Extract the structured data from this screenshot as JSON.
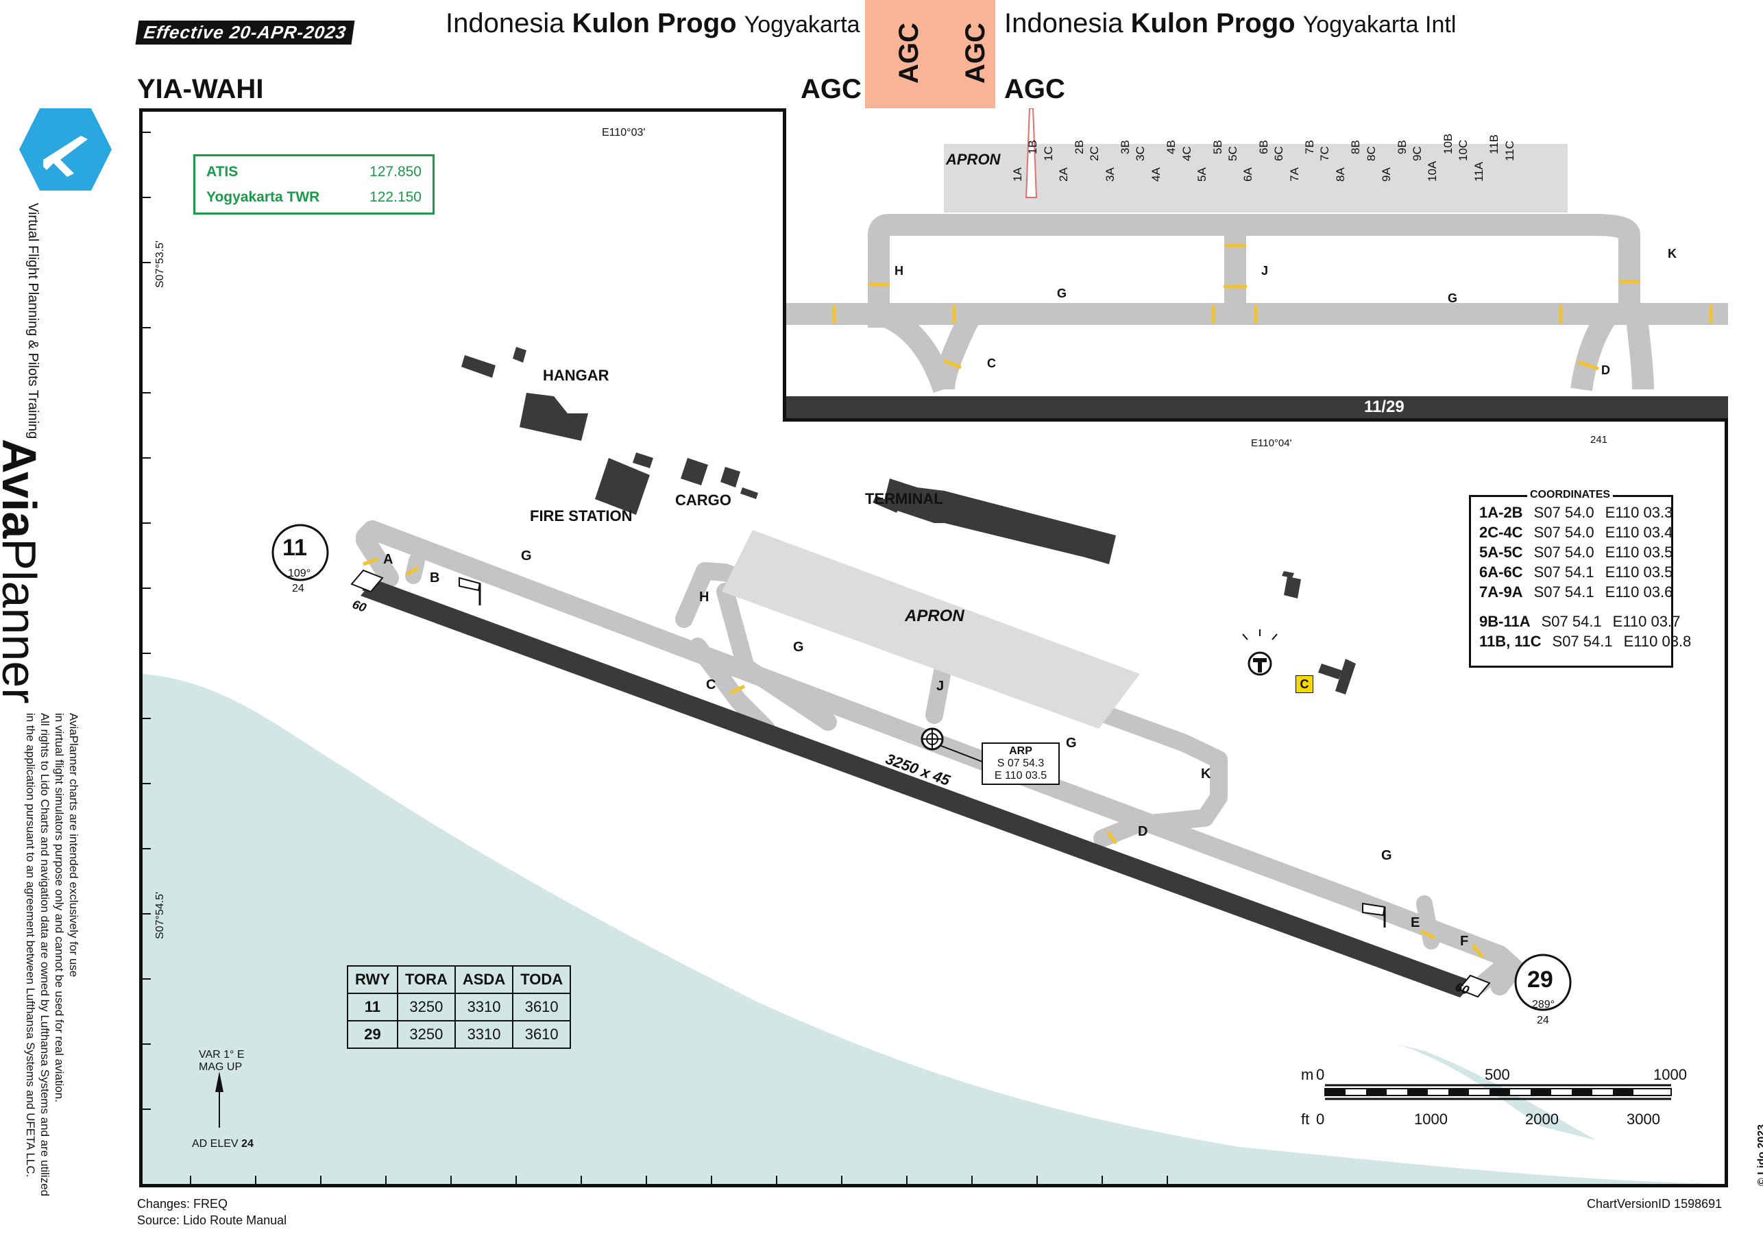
{
  "header": {
    "effective": "Effective 20-APR-2023",
    "left_title": {
      "country": "Indonesia",
      "city": "Kulon Progo",
      "airport": "Yogyakarta Intl"
    },
    "right_title": {
      "country": "Indonesia",
      "city": "Kulon Progo",
      "airport": "Yogyakarta Intl"
    },
    "chart_code_left": "YIA-WAHI",
    "agc_left": "AGC",
    "agc_right": "AGC",
    "agc_box_1": "AGC",
    "agc_box_2": "AGC",
    "colors": {
      "agc_box": "#f9b497",
      "freq_box": "#1a9a4a",
      "sea": "#d3e6e6",
      "taxiway": "#c4c4c4",
      "runway": "#3a3a3a",
      "apron": "#dcdcdc",
      "building": "#3a3a3a"
    }
  },
  "brand": {
    "name_bold": "Avia",
    "name_light": "Planner",
    "tagline": "Virtual Flight Planning & Pilots Training",
    "disclaimer": [
      "AviaPlanner charts are intended exclusively for use",
      "in virtual flight simulators  purpose only and cannot be used for real aviation.",
      "All rights to Lido Charts and navigation data are owned by Lufthansa Systems and are utilized",
      "in the application pursuant to an agreement between Lufthansa Systems and UFETA LLC."
    ],
    "copyright": "© Lido 2023"
  },
  "frequencies": [
    {
      "name": "ATIS",
      "value": "127.850"
    },
    {
      "name": "Yogyakarta TWR",
      "value": "122.150"
    }
  ],
  "coordinates_labels": {
    "top_lon": "E110°03'",
    "left_lat_1": "S07°53.5'",
    "left_lat_2": "S07°54.5'",
    "inset_lon": "E110°04'",
    "inset_bearing": "241"
  },
  "map_labels": {
    "hangar": "HANGAR",
    "fire_station": "FIRE STATION",
    "cargo": "CARGO",
    "terminal": "TERMINAL",
    "apron": "APRON",
    "runway_dims": "3250 x 45",
    "arp": "ARP",
    "arp_lat": "S 07 54.3",
    "arp_lon": "E 110 03.5",
    "taxiway_C_box": "C",
    "var": "VAR 1° E",
    "mag_up": "MAG UP",
    "ad_elev_label": "AD ELEV",
    "ad_elev_value": "24",
    "rwy11": {
      "num": "11",
      "bearing": "109°",
      "elev": "24",
      "threshold_len": "60"
    },
    "rwy29": {
      "num": "29",
      "bearing": "289°",
      "elev": "24",
      "threshold_len": "60"
    },
    "taxiways": [
      "A",
      "B",
      "C",
      "D",
      "E",
      "F",
      "G",
      "H",
      "J",
      "K"
    ]
  },
  "inset": {
    "apron": "APRON",
    "runway": "11/29",
    "stands": [
      "1A",
      "1B",
      "1C",
      "2A",
      "2B",
      "2C",
      "3A",
      "3B",
      "3C",
      "4A",
      "4B",
      "4C",
      "5A",
      "5B",
      "5C",
      "6A",
      "6B",
      "6C",
      "7A",
      "7B",
      "7C",
      "8A",
      "8B",
      "8C",
      "9A",
      "9B",
      "9C",
      "10A",
      "10B",
      "10C",
      "11A",
      "11B",
      "11C"
    ],
    "taxi_labels": {
      "H": "H",
      "J": "J",
      "K": "K",
      "G1": "G",
      "G2": "G",
      "C": "C",
      "D": "D"
    }
  },
  "coordinates_table": {
    "title": "COORDINATES",
    "rows": [
      {
        "stands": "1A-2B",
        "lat": "S07 54.0",
        "lon": "E110 03.3"
      },
      {
        "stands": "2C-4C",
        "lat": "S07 54.0",
        "lon": "E110 03.4"
      },
      {
        "stands": "5A-5C",
        "lat": "S07 54.0",
        "lon": "E110 03.5"
      },
      {
        "stands": "6A-6C",
        "lat": "S07 54.1",
        "lon": "E110 03.5"
      },
      {
        "stands": "7A-9A",
        "lat": "S07 54.1",
        "lon": "E110 03.6"
      },
      {
        "stands": "9B-11A",
        "lat": "S07 54.1",
        "lon": "E110 03.7"
      },
      {
        "stands": "11B, 11C",
        "lat": "S07 54.1",
        "lon": "E110 03.8"
      }
    ]
  },
  "declared_distances": {
    "headers": [
      "RWY",
      "TORA",
      "ASDA",
      "TODA"
    ],
    "rows": [
      [
        "11",
        "3250",
        "3310",
        "3610"
      ],
      [
        "29",
        "3250",
        "3310",
        "3610"
      ]
    ]
  },
  "scale": {
    "m_label": "m",
    "ft_label": "ft",
    "m_ticks": [
      "0",
      "500",
      "1000"
    ],
    "ft_ticks": [
      "0",
      "1000",
      "2000",
      "3000"
    ]
  },
  "footer": {
    "changes": "Changes: FREQ",
    "source": "Source: Lido Route Manual",
    "version": "ChartVersionID 1598691"
  }
}
